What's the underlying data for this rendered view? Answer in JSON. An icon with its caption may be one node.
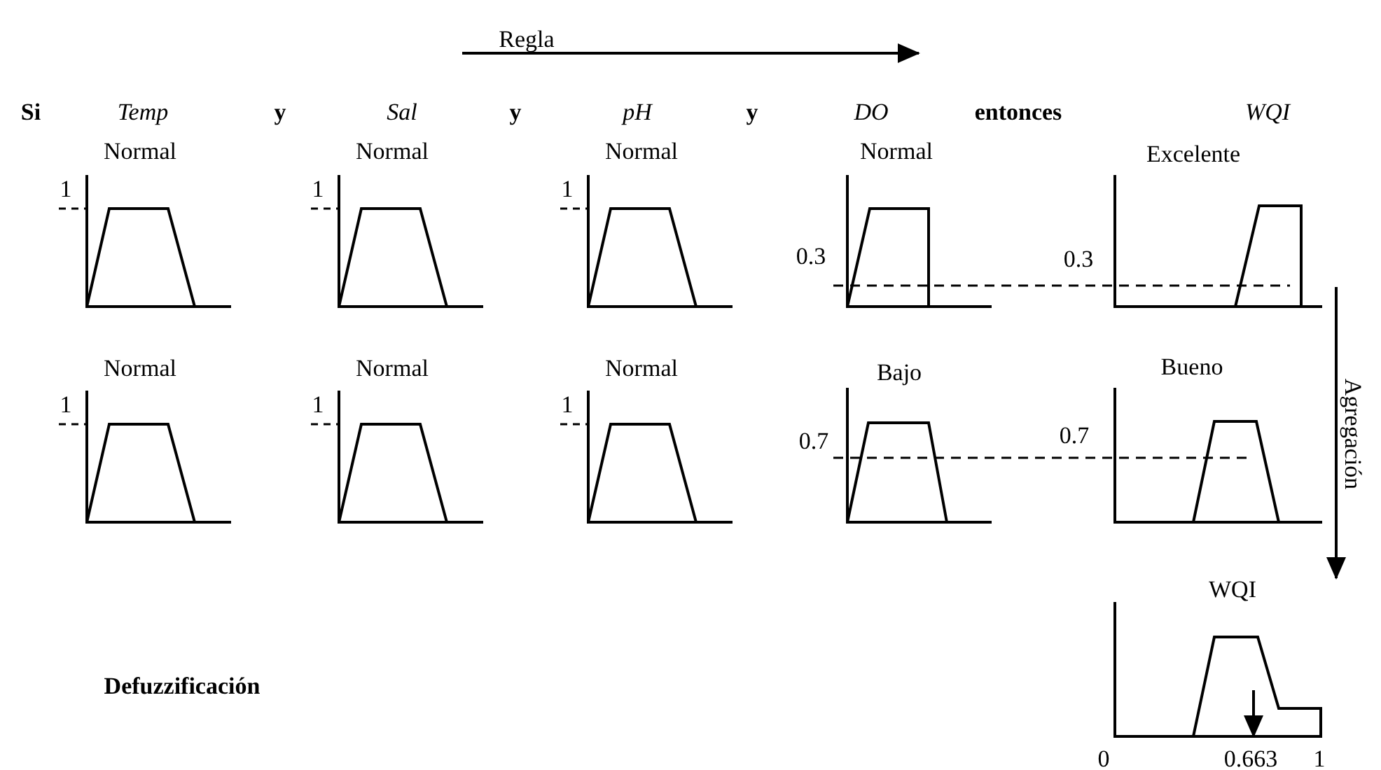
{
  "diagram": {
    "labels": [
      "Regla",
      "Si",
      "Temp",
      "y",
      "Sal",
      "y",
      "pH",
      "y",
      "DO",
      "entonces",
      "WQI",
      "Normal",
      "Normal",
      "Normal",
      "Normal",
      "Excelente",
      "1",
      "1",
      "1",
      "0.3",
      "0.3",
      "Agregación",
      "Normal",
      "Normal",
      "Normal",
      "Bajo",
      "Bueno",
      "1",
      "1",
      "1",
      "0.7",
      "0.7",
      "WQI",
      "Defuzzificación",
      "0",
      "0.663",
      "1"
    ]
  }
}
